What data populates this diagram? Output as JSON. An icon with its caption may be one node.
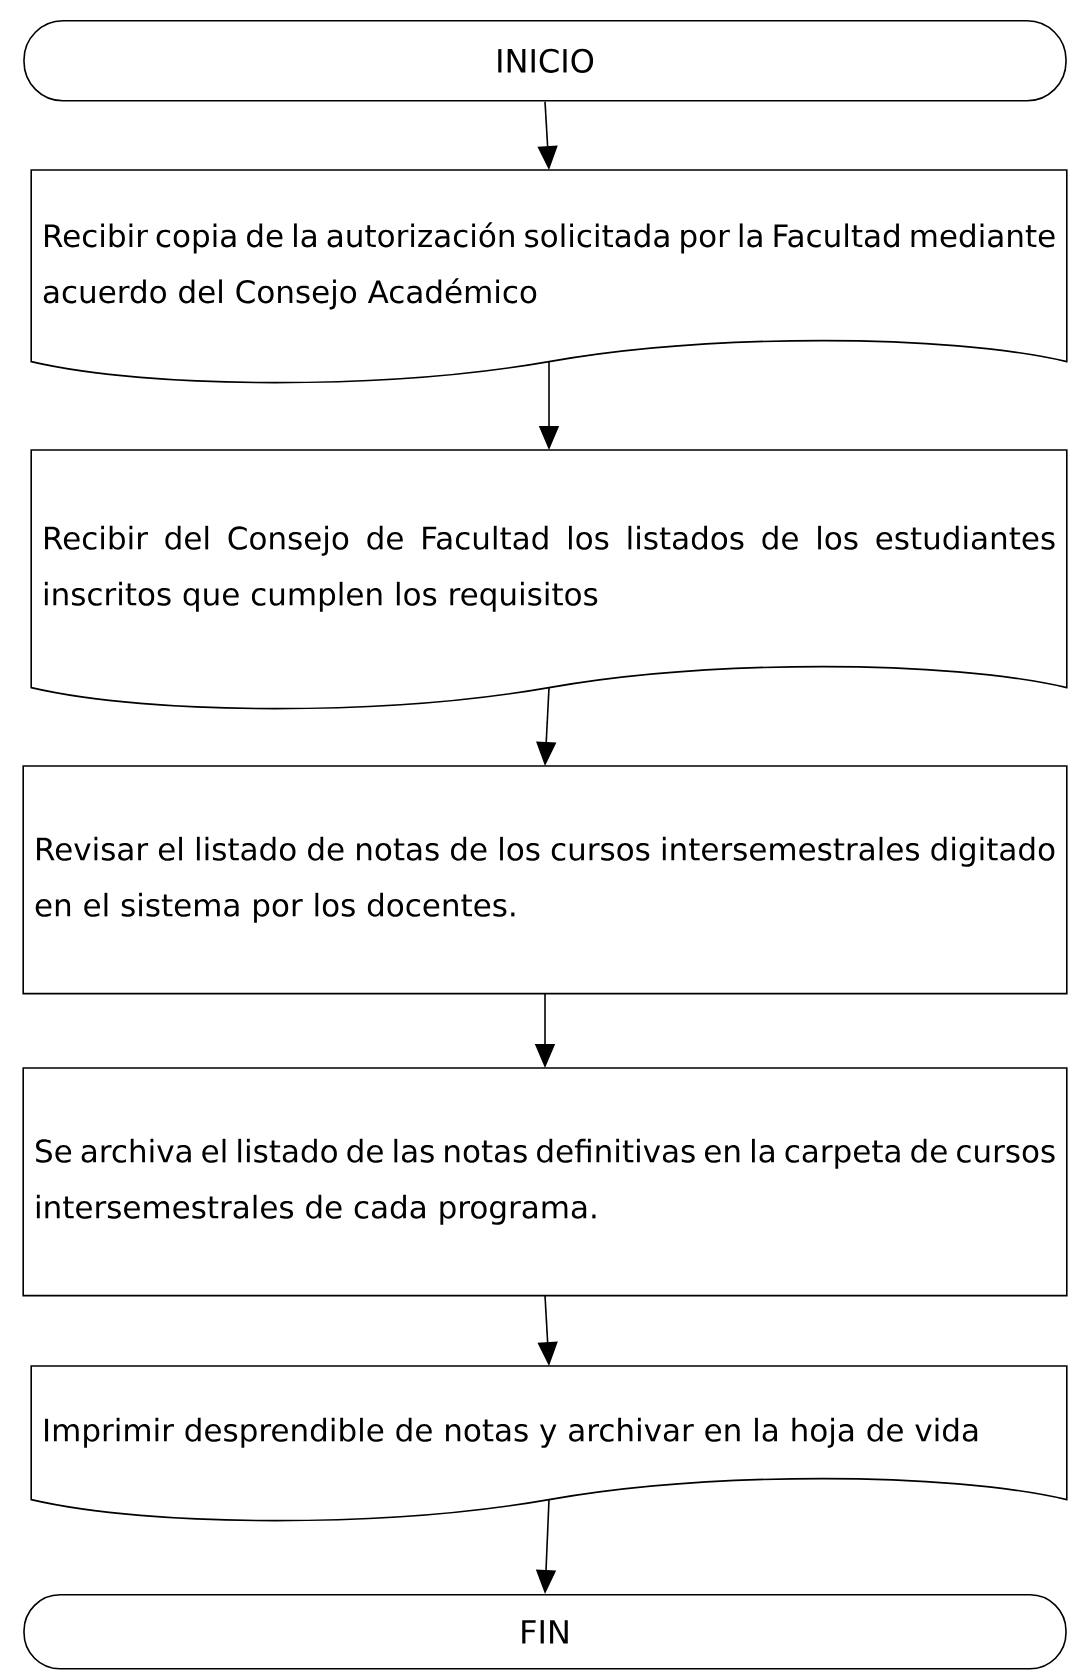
{
  "diagram": {
    "nodes": [
      {
        "text": [
          "INICIO"
        ]
      },
      {
        "text": [
          "Recibir copia de la autorización solicitada por la Facultad mediante acuerdo del Consejo Académico"
        ]
      },
      {
        "text": [
          "Recibir del Consejo de Facultad los listados de los estudiantes inscritos que cumplen los requisitos"
        ]
      },
      {
        "text": [
          "Revisar el listado de notas de los cursos intersemestrales digitado en el sistema por los docentes."
        ]
      },
      {
        "text": [
          "Se archiva el listado de las notas definitivas en la carpeta de cursos intersemestrales de cada programa."
        ]
      },
      {
        "text": [
          "Imprimir desprendible de notas y archivar en la hoja de vida"
        ]
      },
      {
        "text": [
          "FIN"
        ]
      }
    ],
    "edges": [
      {
        "from": 0,
        "to": 1,
        "arrow": "to"
      },
      {
        "from": 1,
        "to": 2,
        "arrow": "to"
      },
      {
        "from": 2,
        "to": 3,
        "arrow": "to"
      },
      {
        "from": 3,
        "to": 4,
        "arrow": "to"
      },
      {
        "from": 4,
        "to": 5,
        "arrow": "to"
      },
      {
        "from": 5,
        "to": 6,
        "arrow": "to"
      }
    ]
  }
}
